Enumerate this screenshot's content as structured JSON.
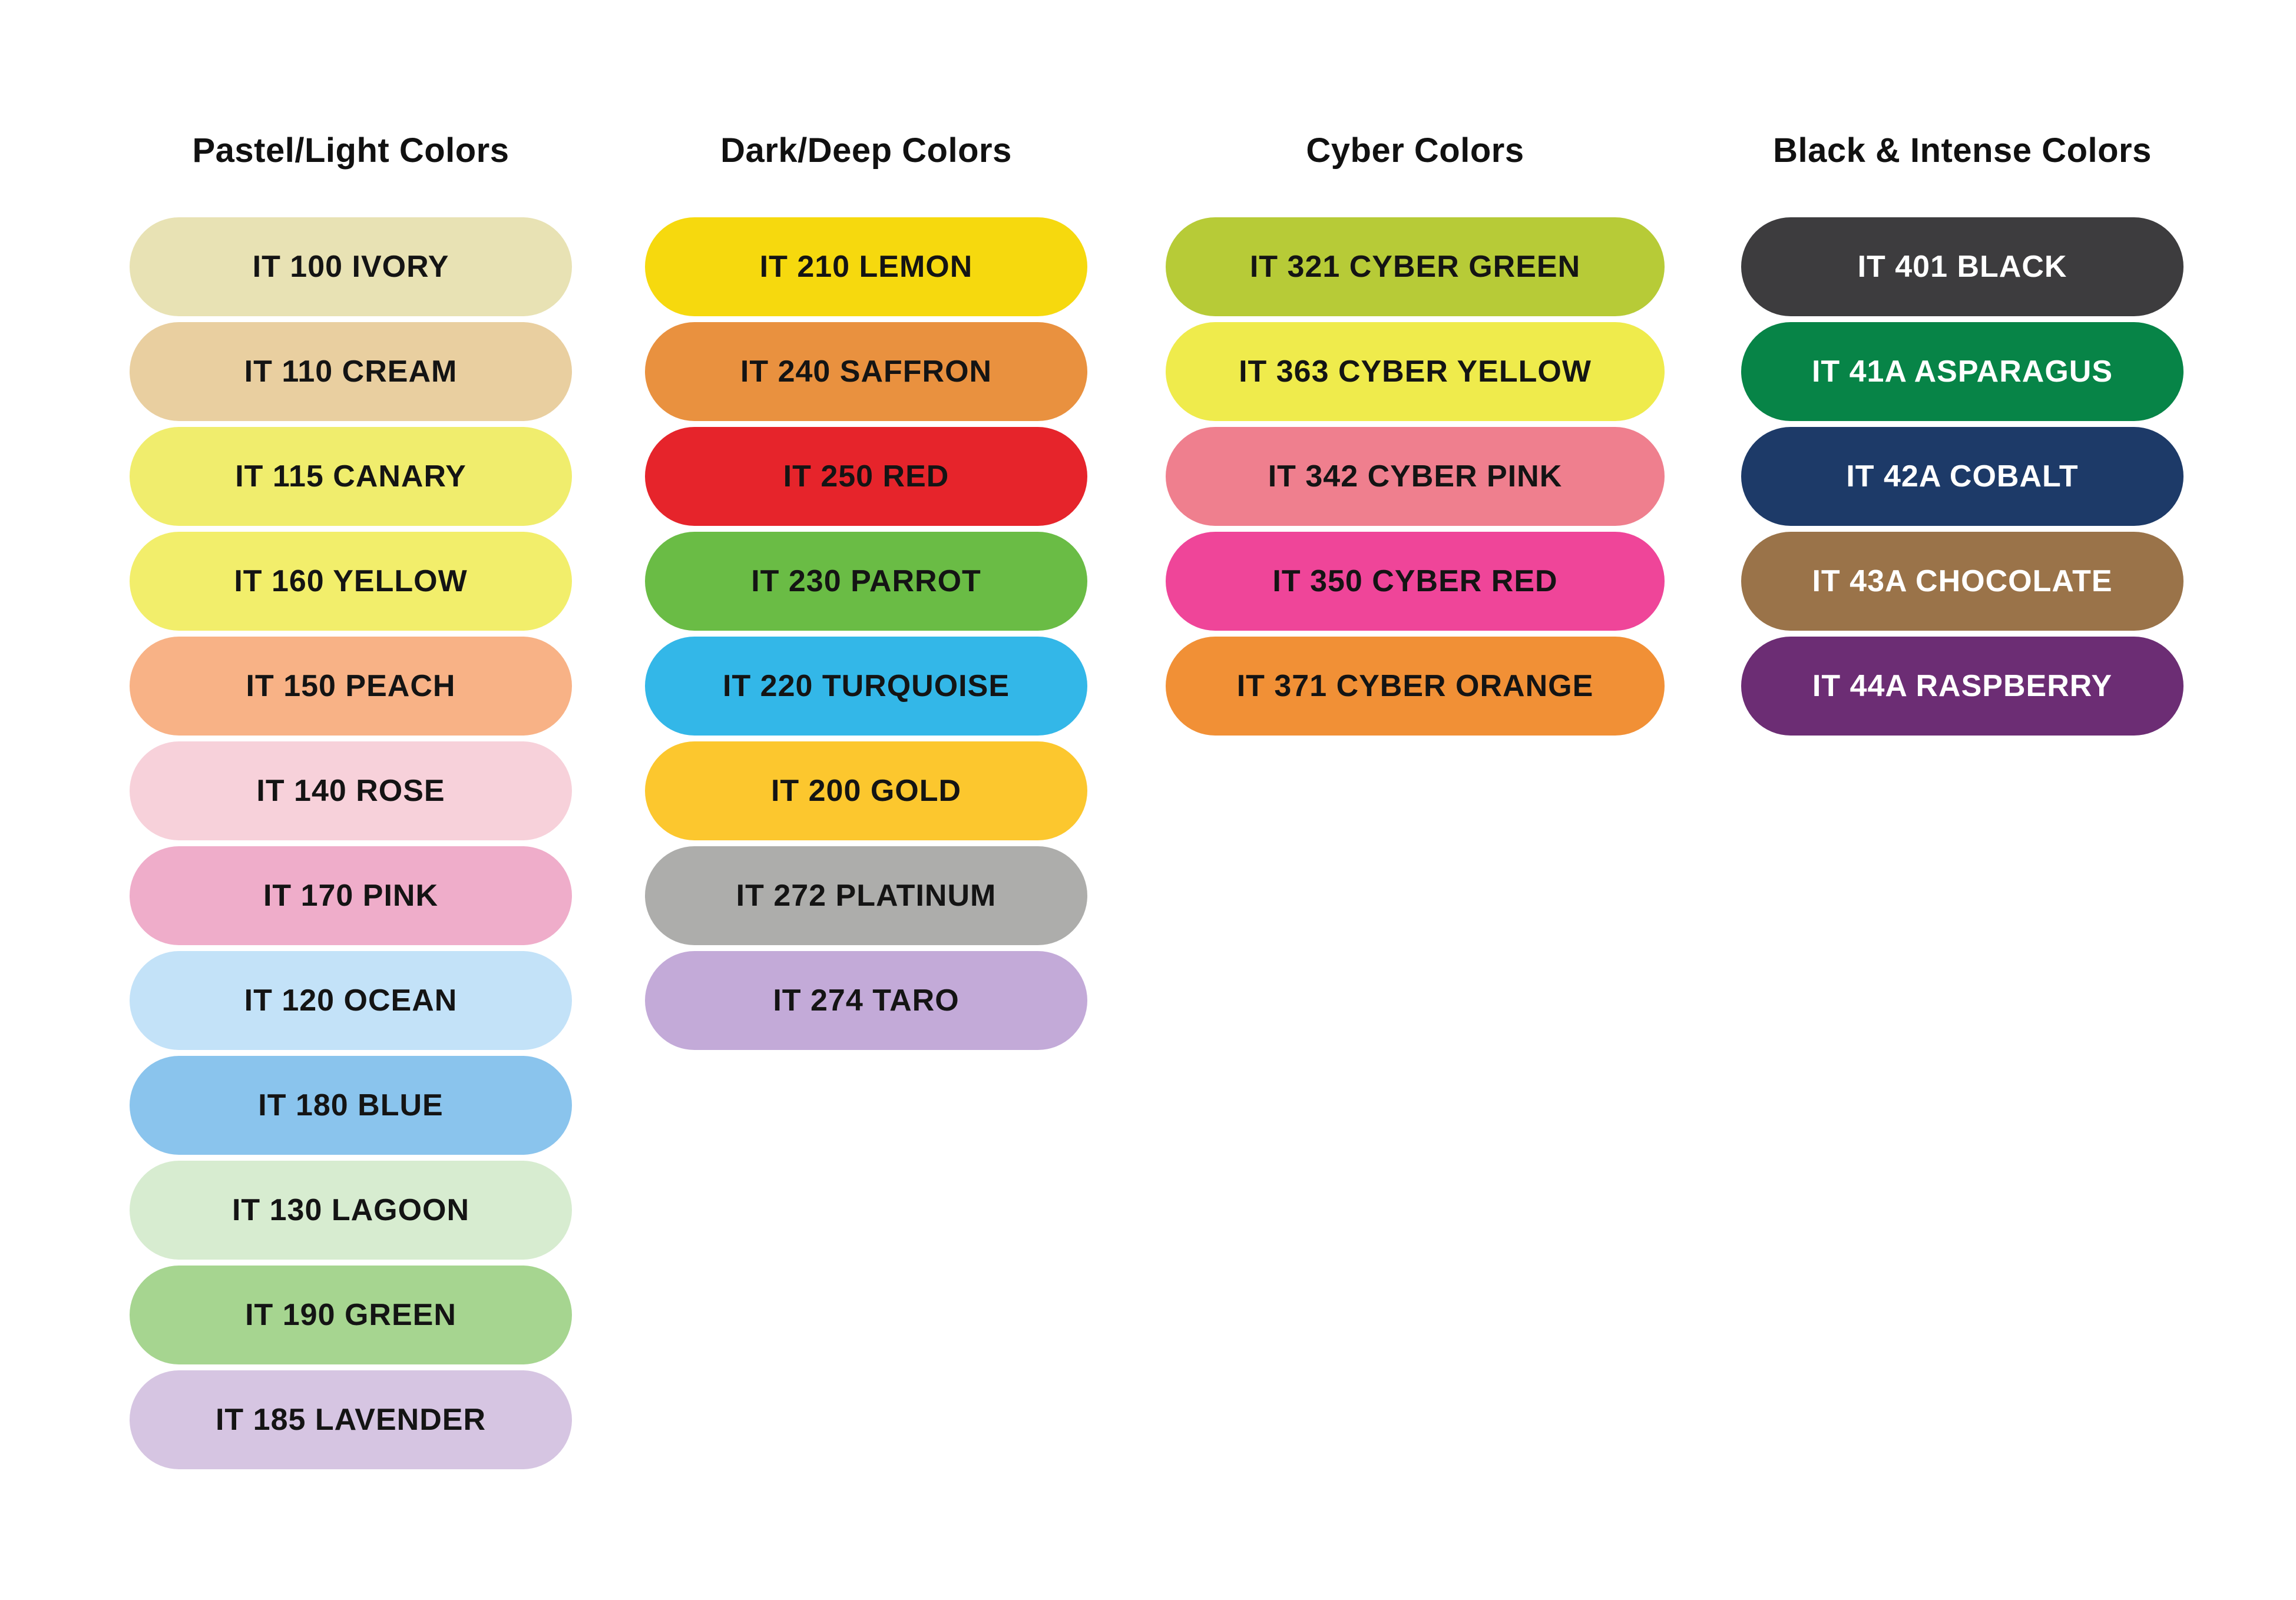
{
  "page": {
    "background": "#ffffff",
    "header_text_color": "#111111"
  },
  "columns": [
    {
      "header": "Pastel/Light Colors",
      "label_color": "#141414",
      "items": [
        {
          "label": "IT 100 IVORY",
          "color": "#e8e2b4"
        },
        {
          "label": "IT 110 CREAM",
          "color": "#e9cfa0"
        },
        {
          "label": "IT 115 CANARY",
          "color": "#f0ed6d"
        },
        {
          "label": "IT 160 YELLOW",
          "color": "#f2ee6b"
        },
        {
          "label": "IT 150 PEACH",
          "color": "#f8b286"
        },
        {
          "label": "IT 140 ROSE",
          "color": "#f7d1da"
        },
        {
          "label": "IT 170 PINK",
          "color": "#efadca"
        },
        {
          "label": "IT 120 OCEAN",
          "color": "#c3e2f8"
        },
        {
          "label": "IT 180 BLUE",
          "color": "#8ac4ed"
        },
        {
          "label": "IT 130 LAGOON",
          "color": "#d7ecd0"
        },
        {
          "label": "IT 190 GREEN",
          "color": "#a6d590"
        },
        {
          "label": "IT 185 LAVENDER",
          "color": "#d6c5e2"
        }
      ]
    },
    {
      "header": "Dark/Deep Colors",
      "label_color": "#141414",
      "items": [
        {
          "label": "IT 210 LEMON",
          "color": "#f6d90e"
        },
        {
          "label": "IT 240 SAFFRON",
          "color": "#e9913f"
        },
        {
          "label": "IT 250 RED",
          "color": "#e6242b"
        },
        {
          "label": "IT 230 PARROT",
          "color": "#6abc45"
        },
        {
          "label": "IT 220 TURQUOISE",
          "color": "#33b7e8"
        },
        {
          "label": "IT 200 GOLD",
          "color": "#fcc72e"
        },
        {
          "label": "IT 272 PLATINUM",
          "color": "#adadab"
        },
        {
          "label": "IT 274 TARO",
          "color": "#c3aad8"
        }
      ]
    },
    {
      "header": "Cyber Colors",
      "label_color": "#141414",
      "items": [
        {
          "label": "IT 321 CYBER GREEN",
          "color": "#b7cb37"
        },
        {
          "label": "IT 363 CYBER YELLOW",
          "color": "#efeb4c"
        },
        {
          "label": "IT 342 CYBER PINK",
          "color": "#ef7f8e"
        },
        {
          "label": "IT 350 CYBER RED",
          "color": "#ef4599"
        },
        {
          "label": "IT 371 CYBER ORANGE",
          "color": "#f19036"
        }
      ]
    },
    {
      "header": "Black & Intense Colors",
      "label_color": "#ffffff",
      "items": [
        {
          "label": "IT 401 BLACK",
          "color": "#3d3c3e"
        },
        {
          "label": "IT 41A ASPARAGUS",
          "color": "#078447"
        },
        {
          "label": "IT 42A COBALT",
          "color": "#1d3a68"
        },
        {
          "label": "IT 43A CHOCOLATE",
          "color": "#9a7349"
        },
        {
          "label": "IT 44A RASPBERRY",
          "color": "#6c2d74"
        }
      ]
    }
  ]
}
